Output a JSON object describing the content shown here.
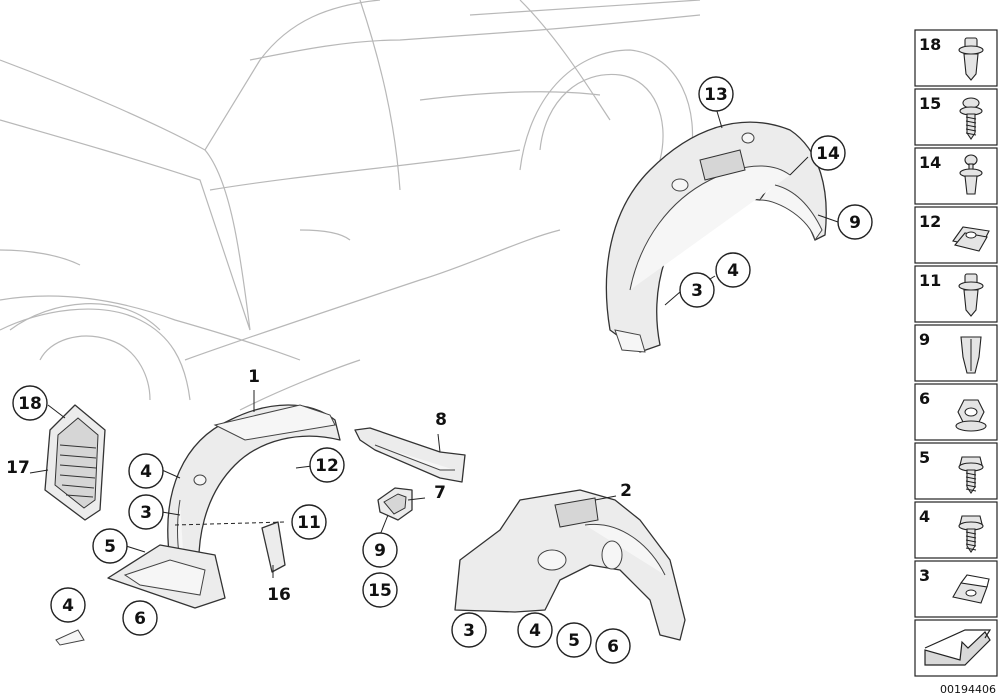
{
  "diagram": {
    "highlight_color": "#e8151b",
    "callouts": [
      {
        "id": "c13",
        "label": "13",
        "highlighted": true
      },
      {
        "id": "c14",
        "label": "14"
      },
      {
        "id": "c9a",
        "label": "9"
      },
      {
        "id": "c4a",
        "label": "4"
      },
      {
        "id": "c3a",
        "label": "3"
      },
      {
        "id": "c18",
        "label": "18"
      },
      {
        "id": "c4b",
        "label": "4"
      },
      {
        "id": "c3b",
        "label": "3"
      },
      {
        "id": "c5a",
        "label": "5"
      },
      {
        "id": "c6a",
        "label": "6"
      },
      {
        "id": "c4c",
        "label": "4"
      },
      {
        "id": "c12",
        "label": "12"
      },
      {
        "id": "c11",
        "label": "11"
      },
      {
        "id": "c9b",
        "label": "9"
      },
      {
        "id": "c15",
        "label": "15"
      },
      {
        "id": "c3c",
        "label": "3"
      },
      {
        "id": "c4d",
        "label": "4"
      },
      {
        "id": "c5b",
        "label": "5"
      },
      {
        "id": "c6b",
        "label": "6"
      }
    ],
    "plain_labels": [
      {
        "id": "p1",
        "label": "1"
      },
      {
        "id": "p2",
        "label": "2"
      },
      {
        "id": "p7",
        "label": "7"
      },
      {
        "id": "p8",
        "label": "8"
      },
      {
        "id": "p16",
        "label": "16"
      },
      {
        "id": "p17",
        "label": "17"
      }
    ]
  },
  "legend": {
    "items": [
      {
        "label": "18",
        "icon": "push-rivet-icon"
      },
      {
        "label": "15",
        "icon": "screw-icon"
      },
      {
        "label": "14",
        "icon": "expanding-rivet-icon"
      },
      {
        "label": "12",
        "icon": "u-nut-clip-icon"
      },
      {
        "label": "11",
        "icon": "push-rivet-icon"
      },
      {
        "label": "9",
        "icon": "expanding-nut-icon"
      },
      {
        "label": "6",
        "icon": "hex-nut-icon"
      },
      {
        "label": "5",
        "icon": "self-tapping-screw-icon"
      },
      {
        "label": "4",
        "icon": "collar-screw-icon"
      },
      {
        "label": "3",
        "icon": "clip-nut-icon"
      }
    ],
    "arrow_icon": "direction-arrow-icon"
  },
  "footer": {
    "code": "00194406"
  }
}
